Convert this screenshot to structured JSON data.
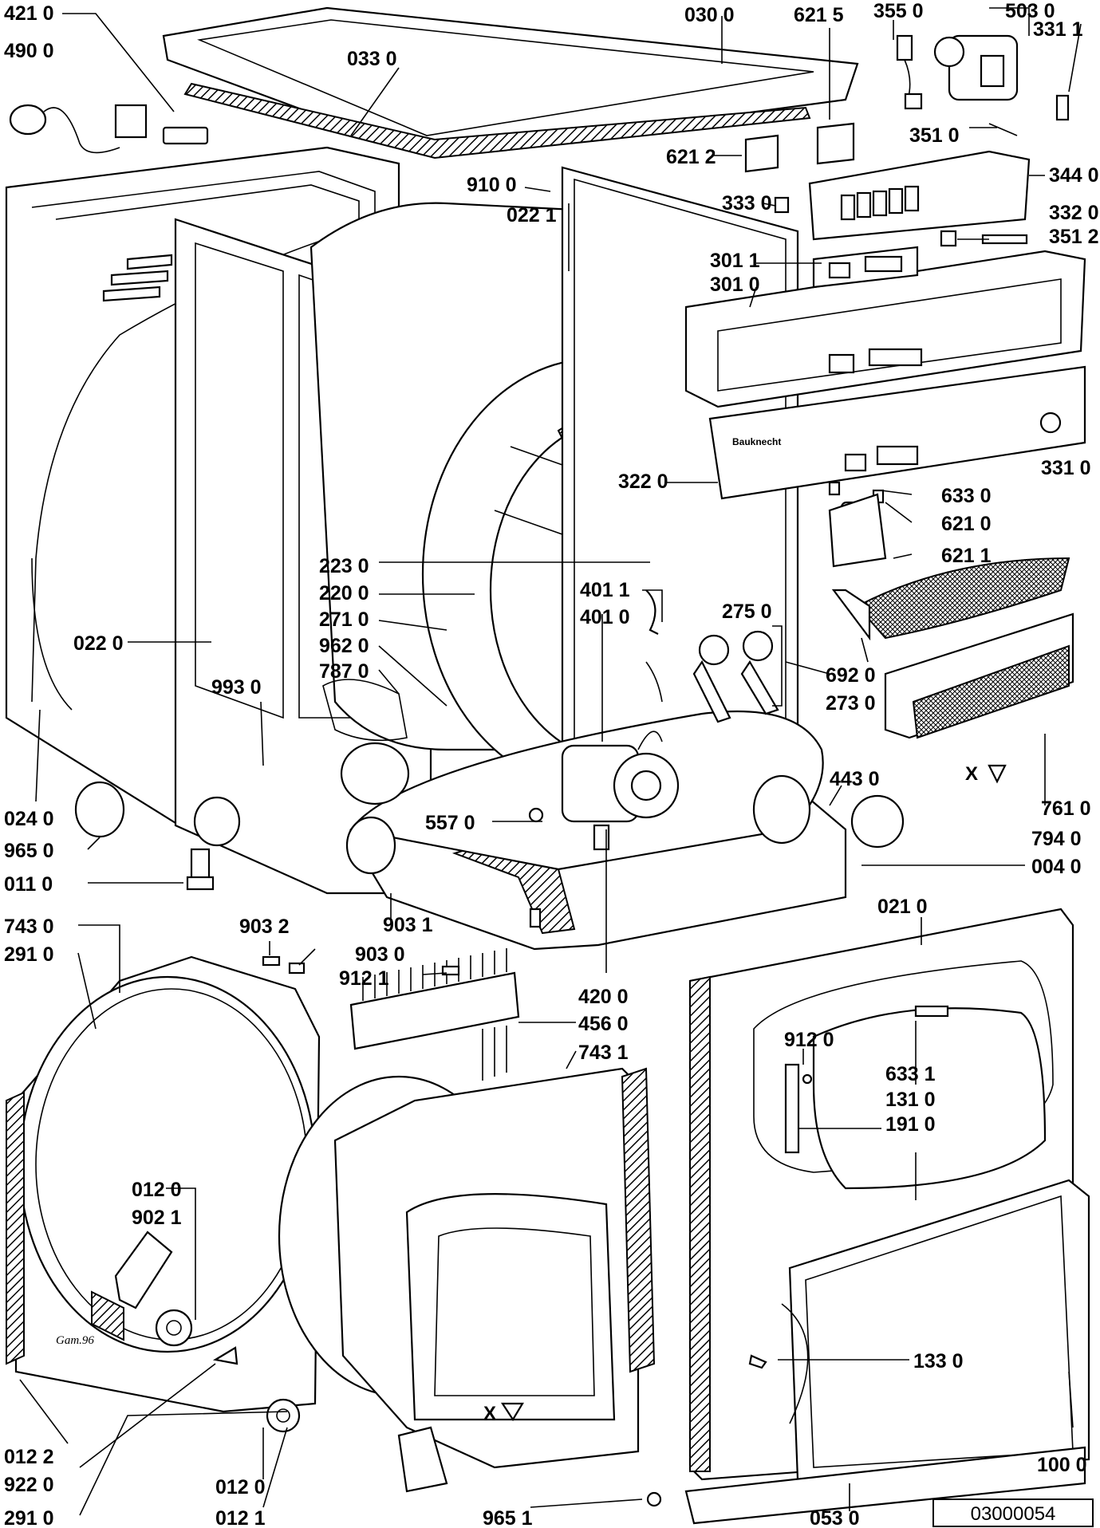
{
  "doc_number": "03000054",
  "brand_mark": "Bauknecht",
  "rear_panel_mark": "Gam.96",
  "direction_marks": [
    "X",
    "X"
  ],
  "part_labels": [
    {
      "id": "p4210",
      "text": "421 0"
    },
    {
      "id": "p4900",
      "text": "490 0"
    },
    {
      "id": "p0330",
      "text": "033 0"
    },
    {
      "id": "p0300",
      "text": "030 0"
    },
    {
      "id": "p6215",
      "text": "621 5"
    },
    {
      "id": "p3550",
      "text": "355 0"
    },
    {
      "id": "p5030",
      "text": "503 0"
    },
    {
      "id": "p3311",
      "text": "331 1"
    },
    {
      "id": "p3510",
      "text": "351 0"
    },
    {
      "id": "p6212",
      "text": "621 2"
    },
    {
      "id": "p9100",
      "text": "910 0"
    },
    {
      "id": "p0221",
      "text": "022 1"
    },
    {
      "id": "p3330",
      "text": "333 0"
    },
    {
      "id": "p3440",
      "text": "344 0"
    },
    {
      "id": "p3320",
      "text": "332 0"
    },
    {
      "id": "p3512",
      "text": "351 2"
    },
    {
      "id": "p3011",
      "text": "301 1"
    },
    {
      "id": "p3010",
      "text": "301 0"
    },
    {
      "id": "p3220",
      "text": "322 0"
    },
    {
      "id": "p3310",
      "text": "331 0"
    },
    {
      "id": "p6330",
      "text": "633 0"
    },
    {
      "id": "p6210",
      "text": "621 0"
    },
    {
      "id": "p6211",
      "text": "621 1"
    },
    {
      "id": "p2230",
      "text": "223 0"
    },
    {
      "id": "p2200",
      "text": "220 0"
    },
    {
      "id": "p2710",
      "text": "271 0"
    },
    {
      "id": "p9620",
      "text": "962 0"
    },
    {
      "id": "p7870",
      "text": "787 0"
    },
    {
      "id": "p4011",
      "text": "401 1"
    },
    {
      "id": "p4010",
      "text": "401 0"
    },
    {
      "id": "p2750",
      "text": "275 0"
    },
    {
      "id": "p0220",
      "text": "022 0"
    },
    {
      "id": "p9930",
      "text": "993 0"
    },
    {
      "id": "p6920",
      "text": "692 0"
    },
    {
      "id": "p2730",
      "text": "273 0"
    },
    {
      "id": "p4430",
      "text": "443 0"
    },
    {
      "id": "p7610",
      "text": "761 0"
    },
    {
      "id": "p0240",
      "text": "024 0"
    },
    {
      "id": "p9650",
      "text": "965 0"
    },
    {
      "id": "p5570",
      "text": "557 0"
    },
    {
      "id": "p7940",
      "text": "794 0"
    },
    {
      "id": "p0110",
      "text": "011 0"
    },
    {
      "id": "p0040",
      "text": "004 0"
    },
    {
      "id": "p0210",
      "text": "021 0"
    },
    {
      "id": "p7430",
      "text": "743 0"
    },
    {
      "id": "p2910",
      "text": "291 0"
    },
    {
      "id": "p9032",
      "text": "903 2"
    },
    {
      "id": "p9031",
      "text": "903 1"
    },
    {
      "id": "p9030",
      "text": "903 0"
    },
    {
      "id": "p9121",
      "text": "912 1"
    },
    {
      "id": "p4200",
      "text": "420 0"
    },
    {
      "id": "p4560",
      "text": "456 0"
    },
    {
      "id": "p7431",
      "text": "743 1"
    },
    {
      "id": "p9120",
      "text": "912 0"
    },
    {
      "id": "p6331",
      "text": "633 1"
    },
    {
      "id": "p1310",
      "text": "131 0"
    },
    {
      "id": "p1910",
      "text": "191 0"
    },
    {
      "id": "p0120a",
      "text": "012 0"
    },
    {
      "id": "p9021",
      "text": "902 1"
    },
    {
      "id": "p1330",
      "text": "133 0"
    },
    {
      "id": "p0122",
      "text": "012 2"
    },
    {
      "id": "p9220",
      "text": "922 0"
    },
    {
      "id": "p1000",
      "text": "100 0"
    },
    {
      "id": "p2910b",
      "text": "291 0"
    },
    {
      "id": "p0120b",
      "text": "012 0"
    },
    {
      "id": "p0121",
      "text": "012 1"
    },
    {
      "id": "p9651",
      "text": "965 1"
    },
    {
      "id": "p0530",
      "text": "053 0"
    }
  ]
}
